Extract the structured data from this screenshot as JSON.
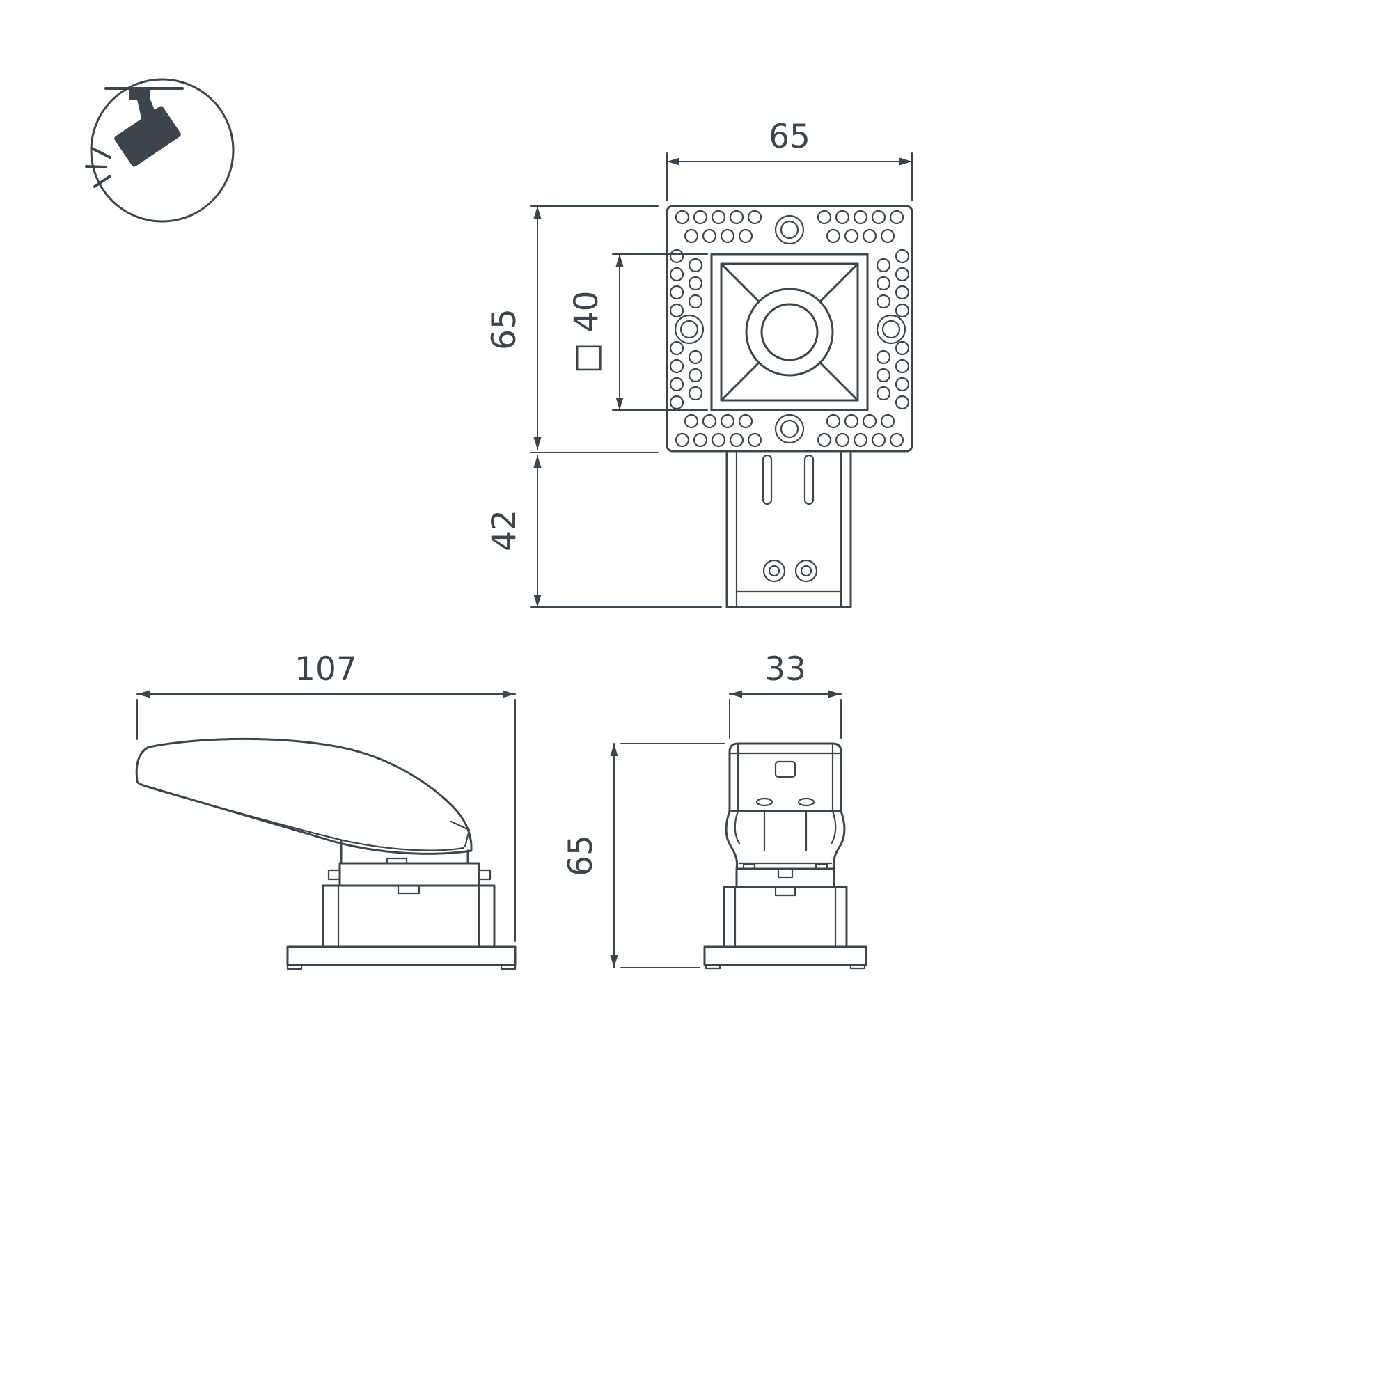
{
  "page": {
    "background": "#ffffff",
    "line_color": "#3c454b"
  },
  "legend_icon": {
    "meaning": "recessed-track-spotlight"
  },
  "front_view": {
    "dim_width_top": "65",
    "dim_height_left": "65",
    "dim_bracket_height": "42",
    "dim_cutout": "□ 40"
  },
  "side_view": {
    "dim_length": "107"
  },
  "end_view": {
    "dim_width": "33",
    "dim_height": "65"
  }
}
